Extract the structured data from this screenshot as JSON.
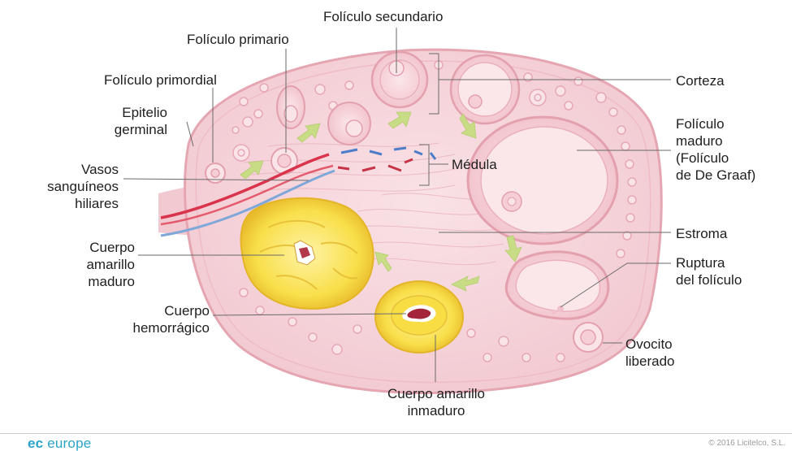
{
  "labels": {
    "foliculo_secundario": "Folículo secundario",
    "foliculo_primario": "Folículo primario",
    "foliculo_primordial": "Folículo primordial",
    "epitelio_germinal": [
      "Epitelio",
      "germinal"
    ],
    "vasos": [
      "Vasos",
      "sanguíneos",
      "hiliares"
    ],
    "cuerpo_amarillo_maduro": [
      "Cuerpo",
      "amarillo",
      "maduro"
    ],
    "cuerpo_hemorragico": [
      "Cuerpo",
      "hemorrágico"
    ],
    "cuerpo_amarillo_inmaduro": [
      "Cuerpo amarillo",
      "inmaduro"
    ],
    "corteza": "Corteza",
    "foliculo_maduro": [
      "Folículo",
      "maduro",
      "(Folículo",
      "de De Graaf)"
    ],
    "medula": "Médula",
    "estroma": "Estroma",
    "ruptura": [
      "Ruptura",
      "del folículo"
    ],
    "ovocito": [
      "Ovocito",
      "liberado"
    ]
  },
  "footer": {
    "brand_prefix": "ec",
    "brand_name": "europe",
    "copyright": "© 2016 Licitelco, S.L."
  },
  "colors": {
    "ovary_fill": "#f7d8dd",
    "ovary_edge": "#e7a9b4",
    "corpus_luteum": "#f8dd45",
    "arrow": "#c8dc86",
    "artery": "#d9344b",
    "vein": "#7fa8d9",
    "brand": "#2aa3c9"
  }
}
